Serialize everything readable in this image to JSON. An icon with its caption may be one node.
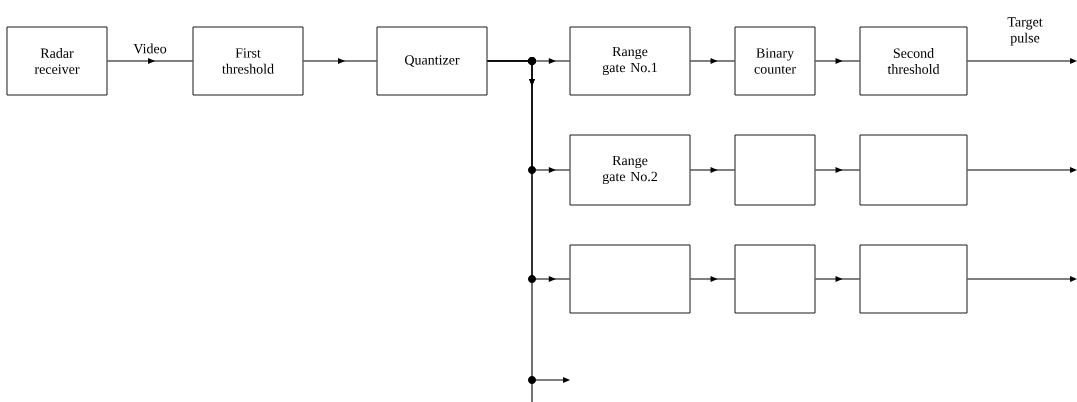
{
  "diagram": {
    "nodes": [
      {
        "text": [
          "Radar receiver"
        ]
      },
      {
        "text": [
          "First threshold"
        ]
      },
      {
        "text": [
          "Quantizer"
        ]
      },
      {
        "text": [
          "Range gate No.1"
        ]
      },
      {
        "text": [
          "Binary counter"
        ]
      },
      {
        "text": [
          "Second threshold"
        ]
      },
      {
        "text": [
          "Range gate No.2"
        ]
      },
      {
        "text": [],
        "shape": "box"
      },
      {
        "text": [],
        "shape": "box"
      },
      {
        "text": [],
        "shape": "box"
      },
      {
        "text": [],
        "shape": "box"
      },
      {
        "text": [],
        "shape": "box"
      }
    ],
    "edges": [
      {
        "from": 0,
        "to": 1,
        "arrow": "to",
        "label": "Video"
      },
      {
        "from": 1,
        "to": 2,
        "arrow": "to"
      },
      {
        "from": 2,
        "to": 3,
        "arrow": "to"
      },
      {
        "from": 2,
        "to": 6,
        "arrow": "to"
      },
      {
        "from": 2,
        "to": 9,
        "arrow": "to"
      },
      {
        "from": 2,
        "to": null,
        "arrow": "to"
      },
      {
        "from": 3,
        "to": 4,
        "arrow": "to"
      },
      {
        "from": 4,
        "to": 5,
        "arrow": "to"
      },
      {
        "from": 5,
        "to": null,
        "arrow": "to",
        "label": "Target pulse"
      },
      {
        "from": 6,
        "to": 7,
        "arrow": "to"
      },
      {
        "from": 7,
        "to": 8,
        "arrow": "to"
      },
      {
        "from": 8,
        "to": null,
        "arrow": "to"
      },
      {
        "from": 9,
        "to": 10,
        "arrow": "to"
      },
      {
        "from": 10,
        "to": 11,
        "arrow": "to"
      },
      {
        "from": 11,
        "to": null,
        "arrow": "to"
      }
    ]
  }
}
